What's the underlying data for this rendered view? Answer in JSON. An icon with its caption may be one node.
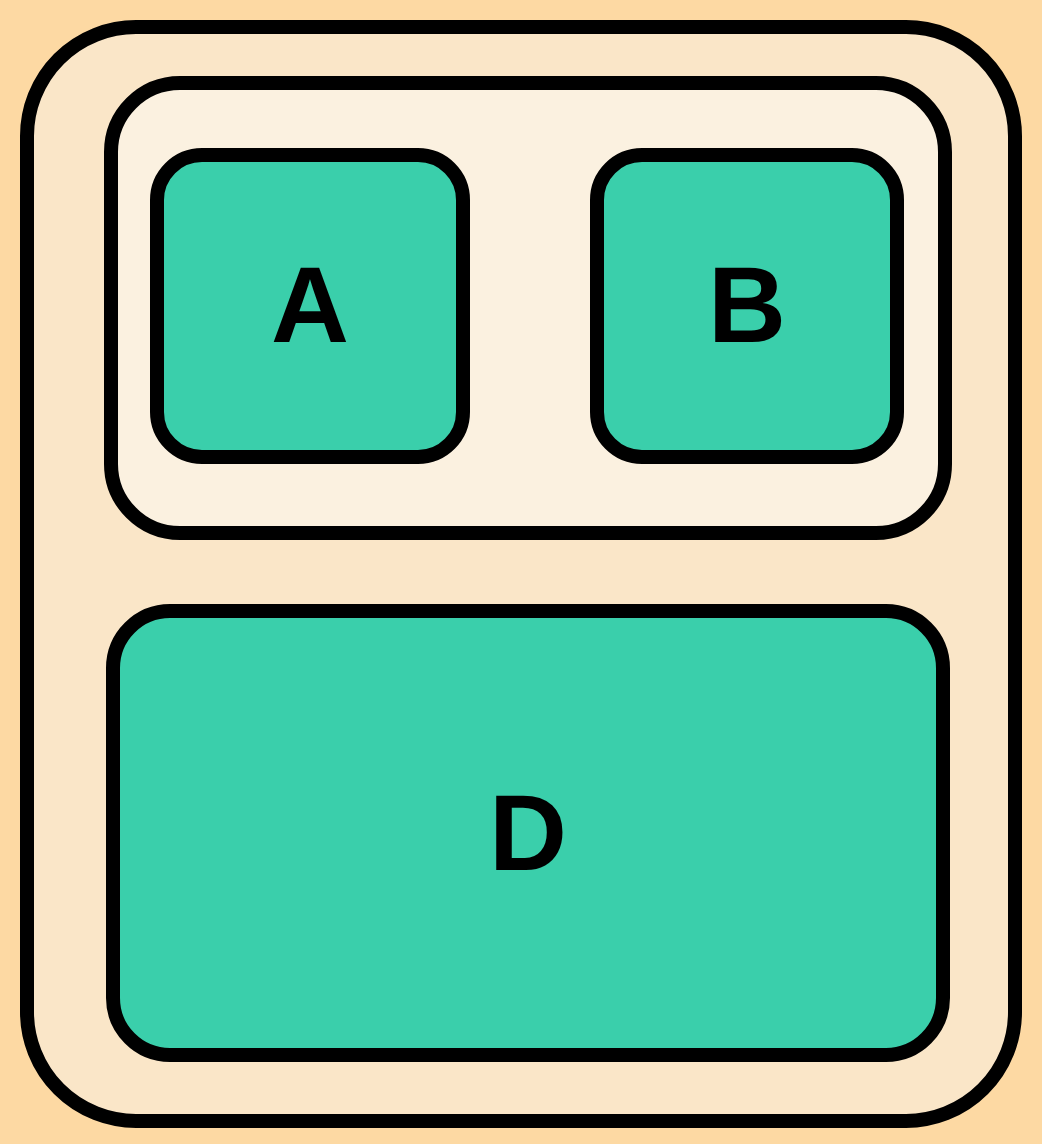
{
  "diagram": {
    "nodes": [
      {
        "text": [],
        "shape": "box"
      },
      {
        "text": [],
        "shape": "box",
        "in": 0
      },
      {
        "text": [
          "A"
        ],
        "in": 1
      },
      {
        "text": [
          "B"
        ],
        "in": 1
      },
      {
        "text": [
          "D"
        ],
        "in": 0
      }
    ]
  }
}
